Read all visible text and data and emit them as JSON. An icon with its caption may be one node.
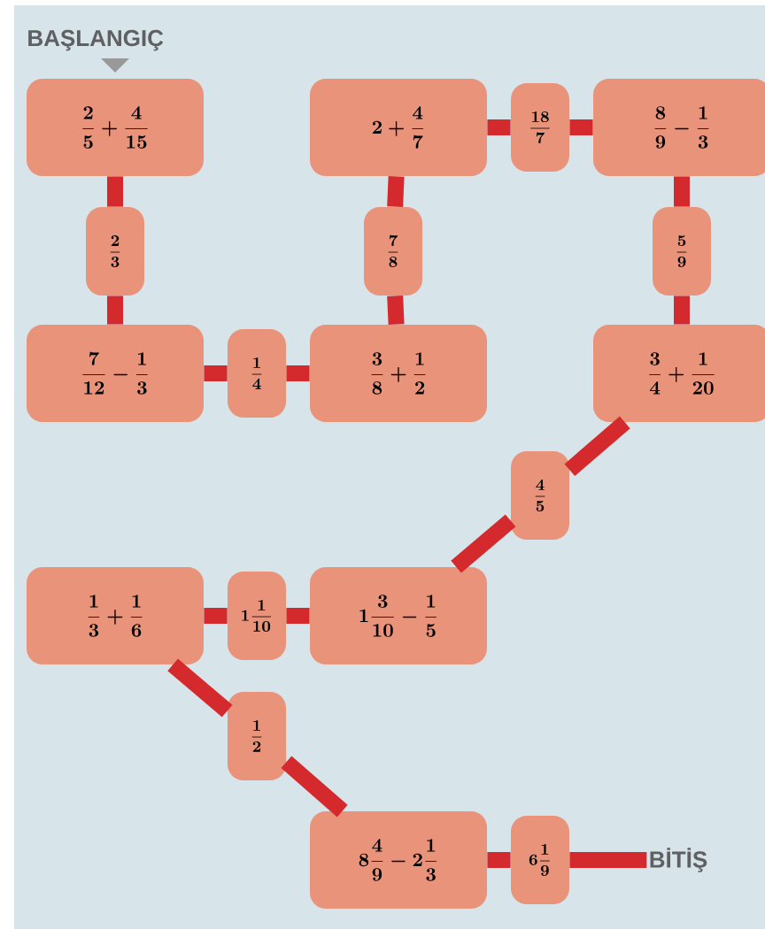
{
  "diagram": {
    "nodes": [
      {
        "text": [
          "\\frac{2}{5}+\\frac{4}{15}"
        ]
      },
      {
        "text": [
          "\\frac{2}{3}"
        ]
      },
      {
        "text": [
          "\\frac{7}{12}-\\frac{1}{3}"
        ]
      },
      {
        "text": [
          "\\frac{1}{4}"
        ]
      },
      {
        "text": [
          "\\frac{3}{8}+\\frac{1}{2}"
        ]
      },
      {
        "text": [
          "\\frac{7}{8}"
        ]
      },
      {
        "text": [
          "2+\\frac{4}{7}"
        ]
      },
      {
        "text": [
          "\\frac{18}{7}"
        ]
      },
      {
        "text": [
          "\\frac{8}{9}-\\frac{1}{3}"
        ]
      },
      {
        "text": [
          "\\frac{5}{9}"
        ]
      },
      {
        "text": [
          "\\frac{3}{4}+\\frac{1}{20}"
        ]
      },
      {
        "text": [
          "\\frac{4}{5}"
        ]
      },
      {
        "text": [
          "1\\frac{3}{10}-\\frac{1}{5}"
        ]
      },
      {
        "text": [
          "1\\frac{1}{10}"
        ]
      },
      {
        "text": [
          "\\frac{1}{3}+\\frac{1}{6}"
        ]
      },
      {
        "text": [
          "\\frac{1}{2}"
        ]
      },
      {
        "text": [
          "8\\frac{4}{9}-2\\frac{1}{3}"
        ]
      },
      {
        "text": [
          "6\\frac{1}{9}"
        ]
      },
      {
        "text": [
          "BİTİŞ"
        ]
      }
    ],
    "edges": [
      {
        "from": 0,
        "to": 1,
        "arrow": "none"
      },
      {
        "from": 1,
        "to": 2,
        "arrow": "none"
      },
      {
        "from": 2,
        "to": 3,
        "arrow": "none"
      },
      {
        "from": 3,
        "to": 4,
        "arrow": "none"
      },
      {
        "from": 4,
        "to": 5,
        "arrow": "none"
      },
      {
        "from": 5,
        "to": 6,
        "arrow": "none"
      },
      {
        "from": 6,
        "to": 7,
        "arrow": "none"
      },
      {
        "from": 7,
        "to": 8,
        "arrow": "none"
      },
      {
        "from": 8,
        "to": 9,
        "arrow": "none"
      },
      {
        "from": 9,
        "to": 10,
        "arrow": "none"
      },
      {
        "from": 10,
        "to": 11,
        "arrow": "none"
      },
      {
        "from": 11,
        "to": 12,
        "arrow": "none"
      },
      {
        "from": 12,
        "to": 13,
        "arrow": "none"
      },
      {
        "from": 13,
        "to": 14,
        "arrow": "none"
      },
      {
        "from": 14,
        "to": 15,
        "arrow": "none"
      },
      {
        "from": 15,
        "to": 16,
        "arrow": "none"
      },
      {
        "from": 16,
        "to": 17,
        "arrow": "none"
      },
      {
        "from": 17,
        "to": 18,
        "arrow": "none"
      }
    ],
    "labels": [
      "BAŞLANGIÇ"
    ]
  }
}
